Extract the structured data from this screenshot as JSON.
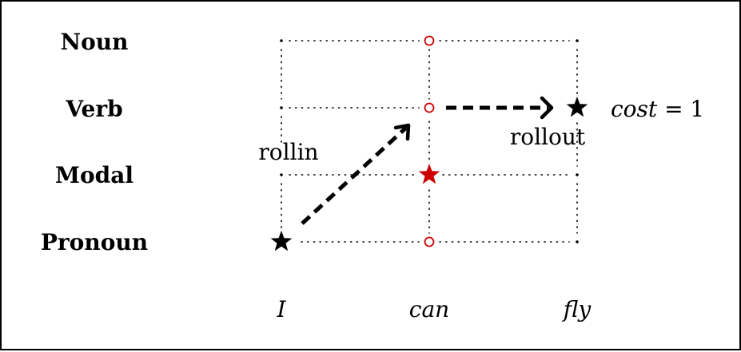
{
  "tags": [
    "Noun",
    "Verb",
    "Modal",
    "Pronoun"
  ],
  "words": [
    "I",
    "can",
    "fly"
  ],
  "rollin_label": "rollin",
  "rollout_label": "rollout",
  "cost_label": {
    "italic": "cost",
    "rest": " = 1"
  },
  "colors": {
    "highlight": "#cc0000",
    "ink": "#000000"
  },
  "markers": [
    [
      "dot",
      "circle",
      "dot"
    ],
    [
      "dot",
      "circle",
      "star"
    ],
    [
      "dot",
      "red-star",
      "dot"
    ],
    [
      "star",
      "circle",
      "dot"
    ]
  ]
}
